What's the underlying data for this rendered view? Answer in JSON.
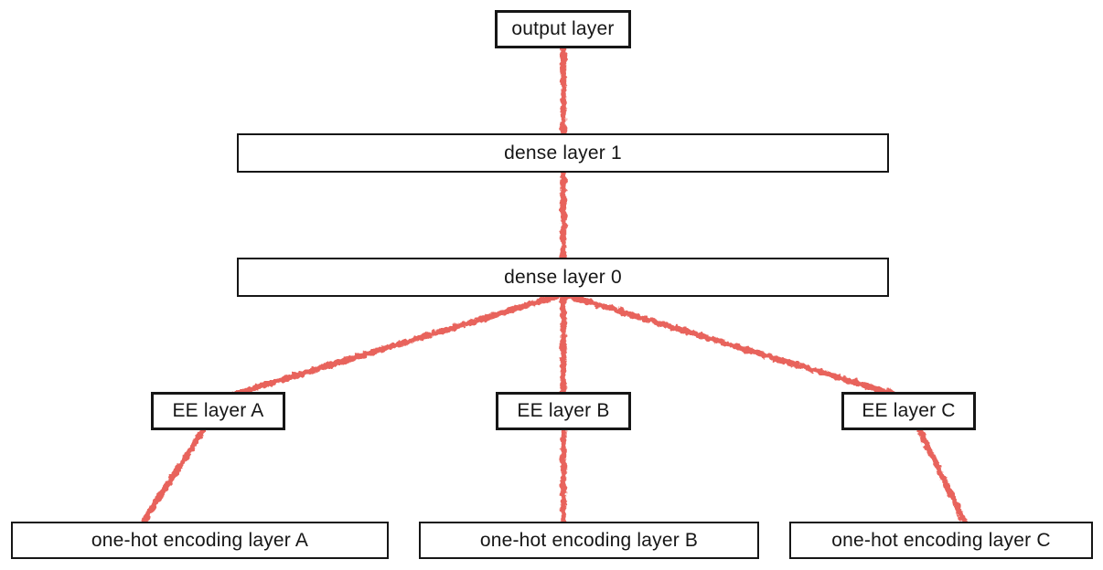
{
  "diagram": {
    "type": "neural-network-architecture",
    "background_color": "#ffffff",
    "box_border_color": "#161616",
    "box_fill_color": "#ffffff",
    "text_color": "#161616",
    "edge_color": "#e8645b",
    "edge_style": "hand-drawn",
    "nodes": {
      "output": {
        "label": "output layer"
      },
      "dense1": {
        "label": "dense layer 1"
      },
      "dense0": {
        "label": "dense layer 0"
      },
      "ee_a": {
        "label": "EE layer A"
      },
      "ee_b": {
        "label": "EE layer B"
      },
      "ee_c": {
        "label": "EE layer C"
      },
      "onehot_a": {
        "label": "one-hot encoding layer A"
      },
      "onehot_b": {
        "label": "one-hot encoding layer B"
      },
      "onehot_c": {
        "label": "one-hot encoding layer C"
      }
    },
    "edges": [
      {
        "from": "dense layer 1",
        "to": "output layer"
      },
      {
        "from": "dense layer 0",
        "to": "dense layer 1"
      },
      {
        "from": "EE layer A",
        "to": "dense layer 0"
      },
      {
        "from": "EE layer B",
        "to": "dense layer 0"
      },
      {
        "from": "EE layer C",
        "to": "dense layer 0"
      },
      {
        "from": "one-hot encoding layer A",
        "to": "EE layer A"
      },
      {
        "from": "one-hot encoding layer B",
        "to": "EE layer B"
      },
      {
        "from": "one-hot encoding layer C",
        "to": "EE layer C"
      }
    ]
  }
}
